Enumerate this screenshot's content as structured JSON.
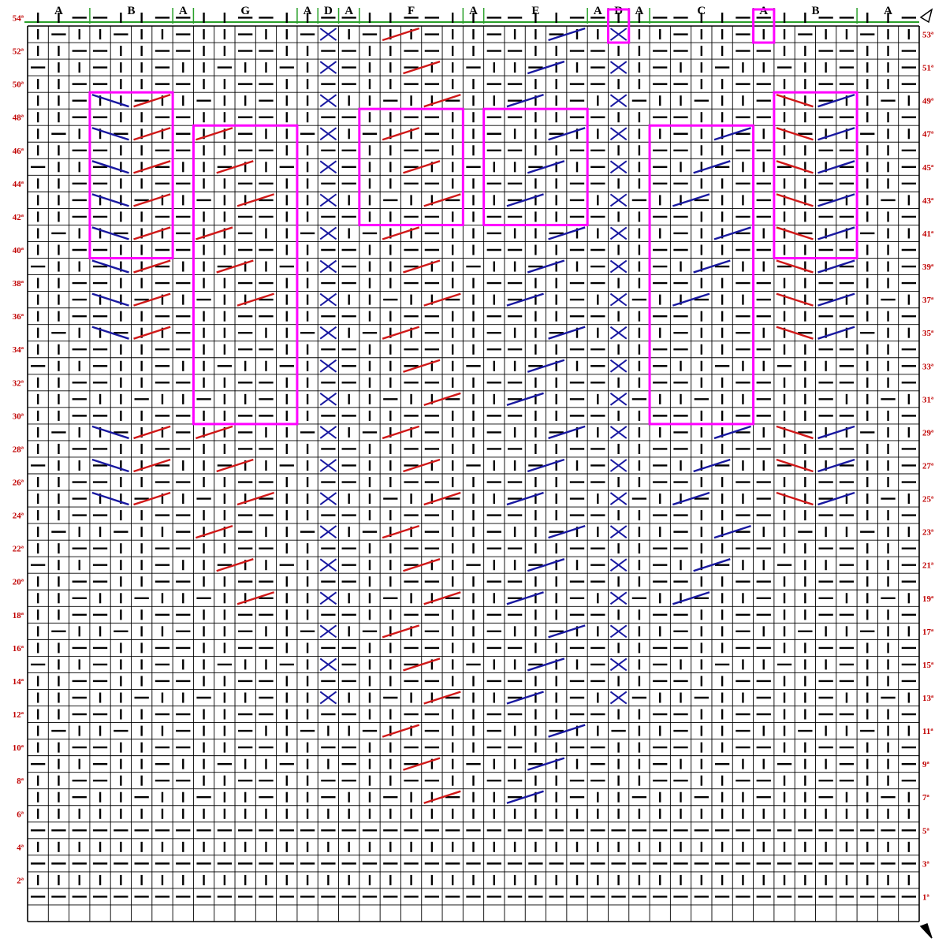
{
  "sections": [
    "A",
    "B",
    "A",
    "G",
    "A",
    "D",
    "A",
    "F",
    "A",
    "E",
    "A",
    "D",
    "A",
    "C",
    "A",
    "B",
    "A"
  ],
  "section_widths": [
    3,
    4,
    1,
    5,
    1,
    1,
    1,
    5,
    1,
    5,
    1,
    1,
    1,
    5,
    1,
    4,
    3
  ],
  "grid": {
    "columns": 43,
    "rows": 54
  },
  "rows": {
    "left": [
      "54ª",
      "52ª",
      "50ª",
      "48ª",
      "46ª",
      "44ª",
      "42ª",
      "40ª",
      "38ª",
      "36ª",
      "34ª",
      "32ª",
      "30ª",
      "28ª",
      "26ª",
      "24ª",
      "22ª",
      "20ª",
      "18ª",
      "16ª",
      "14ª",
      "12ª",
      "10ª",
      "8ª",
      "6ª",
      "4ª",
      "2ª"
    ],
    "right": [
      "53ª",
      "51ª",
      "49ª",
      "47ª",
      "45ª",
      "43ª",
      "41ª",
      "39ª",
      "37ª",
      "35ª",
      "33ª",
      "31ª",
      "29ª",
      "27ª",
      "25ª",
      "23ª",
      "21ª",
      "19ª",
      "17ª",
      "15ª",
      "13ª",
      "11ª",
      "9ª",
      "7ª",
      "5ª",
      "3ª",
      "1ª"
    ]
  },
  "colors": {
    "header_line": "#2aa02a",
    "grid": "#000000",
    "right_cross": "#d01818",
    "left_cross": "#1818a0",
    "frame": "#ff00ff",
    "row_label": "#c00000"
  },
  "symbols": {
    "knit": "vertical-bar",
    "purl": "horizontal-dash",
    "right_cross": "red-diagonal",
    "left_cross": "blue-diagonal",
    "center_cross": "x-cross",
    "row_start": "arrow-icon"
  }
}
